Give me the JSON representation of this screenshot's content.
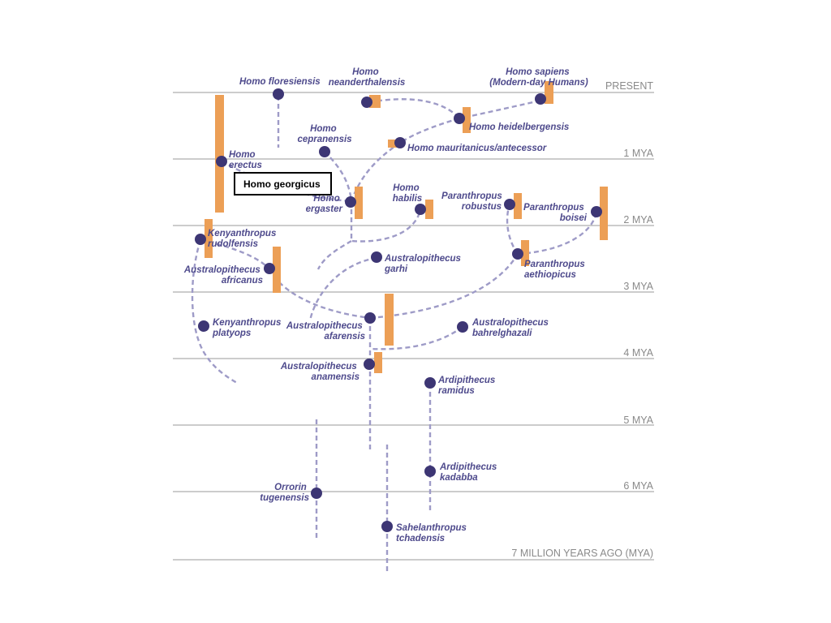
{
  "time_labels": [
    "PRESENT",
    "1 MYA",
    "2 MYA",
    "3 MYA",
    "4 MYA",
    "5 MYA",
    "6 MYA",
    "7 MILLION YEARS AGO (MYA)"
  ],
  "highlight_label": "Homo georgicus",
  "species": {
    "floresiensis": [
      "Homo floresiensis"
    ],
    "neanderthalensis": [
      "Homo",
      "neanderthalensis"
    ],
    "sapiens": [
      "Homo sapiens",
      "(Modern-day Humans)"
    ],
    "heidelbergensis": [
      "Homo heidelbergensis"
    ],
    "cepranensis": [
      "Homo",
      "cepranensis"
    ],
    "mauritanicus": [
      "Homo mauritanicus/antecessor"
    ],
    "erectus": [
      "Homo",
      "erectus"
    ],
    "ergaster": [
      "Homo",
      "ergaster"
    ],
    "habilis": [
      "Homo",
      "habilis"
    ],
    "robustus": [
      "Paranthropus",
      "robustus"
    ],
    "boisei": [
      "Paranthropus",
      "boisei"
    ],
    "rudolfensis": [
      "Kenyanthropus",
      "rudolfensis"
    ],
    "garhi": [
      "Australopithecus",
      "garhi"
    ],
    "africanus": [
      "Australopithecus",
      "africanus"
    ],
    "aethiopicus": [
      "Paranthropus",
      "aethiopicus"
    ],
    "afarensis": [
      "Australopithecus",
      "afarensis"
    ],
    "platyops": [
      "Kenyanthropus",
      "platyops"
    ],
    "bahrelghazali": [
      "Australopithecus",
      "bahrelghazali"
    ],
    "anamensis": [
      "Australopithecus",
      "anamensis"
    ],
    "ramidus": [
      "Ardipithecus",
      "ramidus"
    ],
    "kadabba": [
      "Ardipithecus",
      "kadabba"
    ],
    "tugenensis": [
      "Orrorin",
      "tugenensis"
    ],
    "tchadensis": [
      "Sahelanthropus",
      "tchadensis"
    ]
  },
  "colors": {
    "node": "#3d3674",
    "range_bar": "#ec9f56",
    "link": "#9e9bc7",
    "label": "#4e4a8c",
    "grid": "#9a9a9a"
  }
}
